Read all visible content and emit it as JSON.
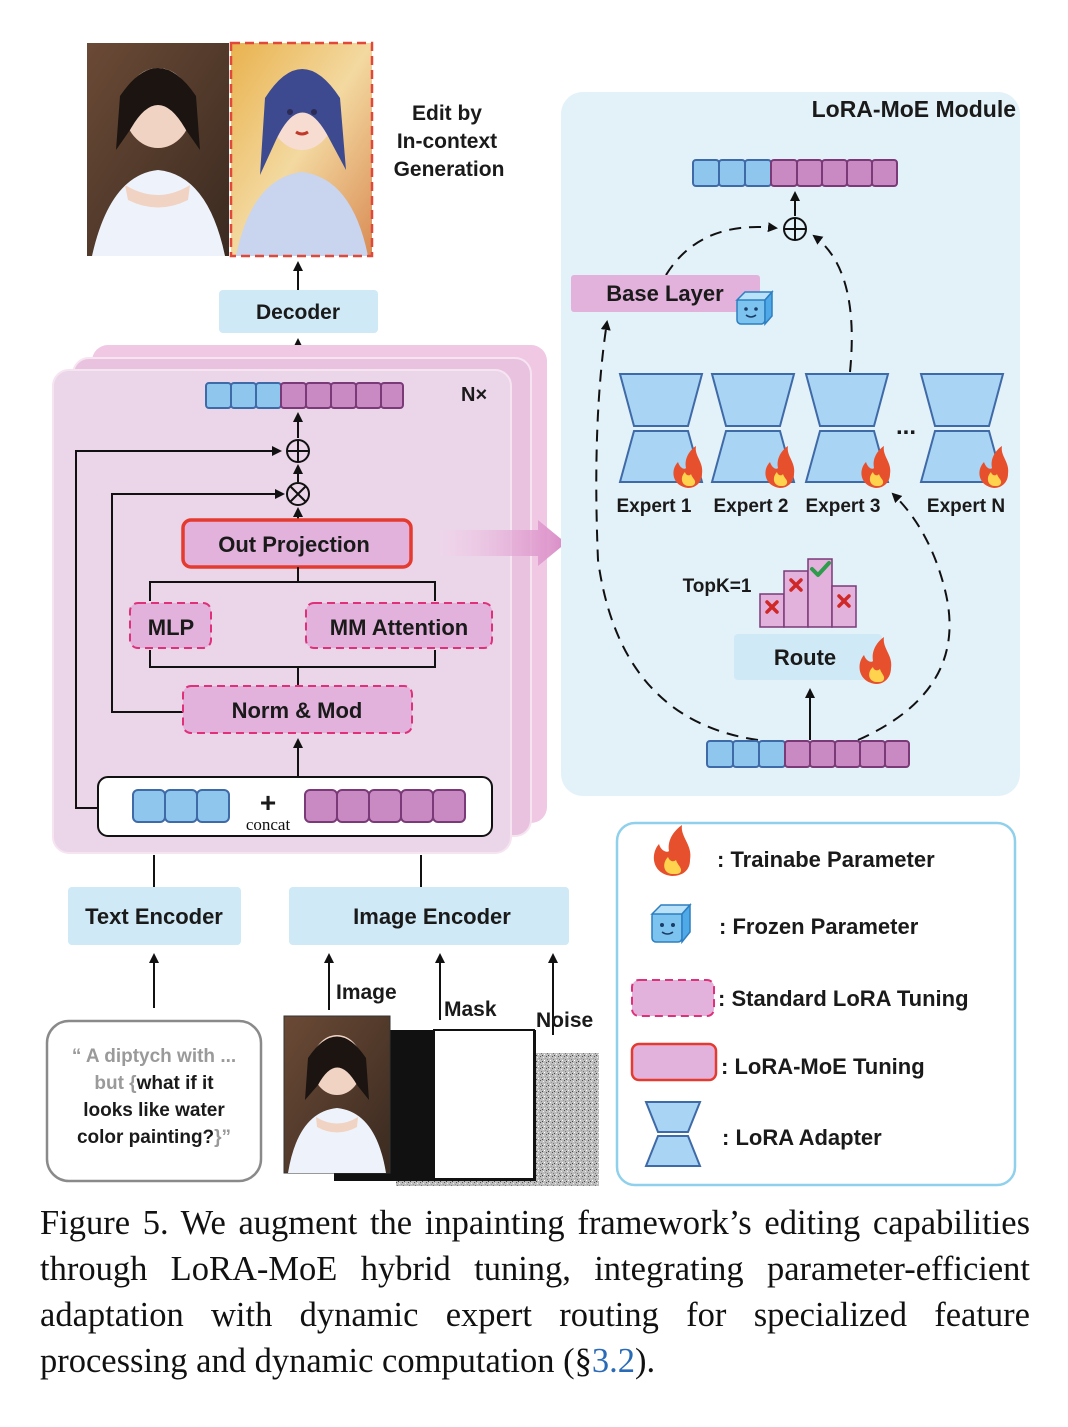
{
  "top": {
    "edit_line1": "Edit by",
    "edit_line2": "In-context",
    "edit_line3": "Generation"
  },
  "transformer": {
    "decoder": "Decoder",
    "repeat": "N×",
    "out_projection": "Out Projection",
    "mlp": "MLP",
    "mm_attention": "MM Attention",
    "norm_mod": "Norm & Mod",
    "plus": "+",
    "concat": "concat"
  },
  "moe": {
    "title": "LoRA-MoE Module",
    "base_layer": "Base Layer",
    "experts": [
      "Expert 1",
      "Expert 2",
      "Expert 3",
      "Expert N"
    ],
    "ellipsis": "...",
    "topk": "TopK=1",
    "route": "Route"
  },
  "encoders": {
    "text": "Text Encoder",
    "image": "Image Encoder"
  },
  "inputs": {
    "image": "Image",
    "mask": "Mask",
    "noise": "Noise"
  },
  "prompt": {
    "line1": "“ A diptych with ...",
    "line2_gray": "but {",
    "line2_black": "what if it",
    "line3": "looks like water",
    "line4_black": "color painting?",
    "line4_gray": "}”"
  },
  "legend": {
    "trainable": ": Trainabe Parameter",
    "frozen": ": Frozen Parameter",
    "standard_lora": ": Standard LoRA Tuning",
    "lora_moe": ": LoRA-MoE Tuning",
    "adapter": ": LoRA Adapter"
  },
  "caption": {
    "text": "Figure 5.  We augment the inpainting framework’s editing capabilities through LoRA-MoE hybrid tuning, integrating parameter-efficient adaptation with dynamic expert routing for specialized feature processing and dynamic computation (§",
    "ref": "3.2",
    "end": ")."
  },
  "colors": {
    "pink_block": "#e7bfe0",
    "pink_border": "#e0307a",
    "lora_moe_border": "#e53a2f",
    "light_blue": "#cfe9f7",
    "token_blue": "#8ec6ee",
    "token_purple": "#c98ac4",
    "moe_panel": "#e3f1f9"
  }
}
